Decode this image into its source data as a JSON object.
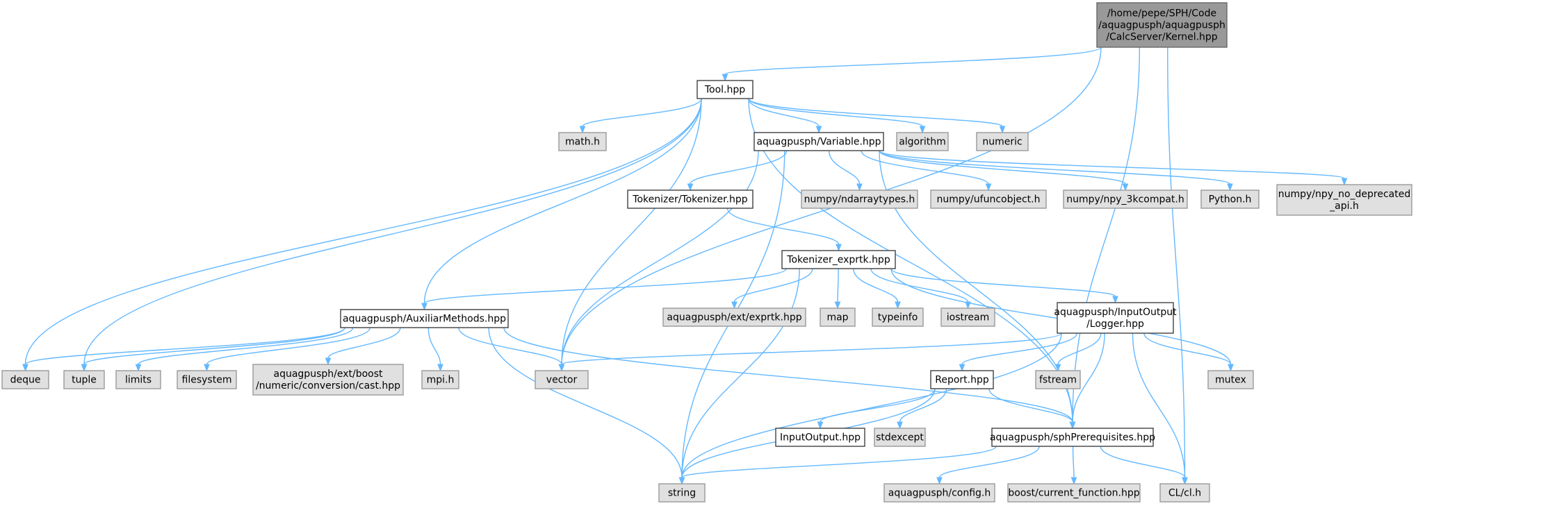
{
  "colors": {
    "edge": "#63b8ff",
    "root_fill": "#999999",
    "system_fill": "#e0e0e0",
    "file_fill": "#ffffff",
    "file_border": "#404040"
  },
  "nodes": [
    {
      "id": "kernel",
      "kind": "root",
      "lines": [
        "/home/pepe/SPH/Code",
        "/aquagpusph/aquagpusph",
        "/CalcServer/Kernel.hpp"
      ]
    },
    {
      "id": "tool",
      "kind": "file",
      "lines": [
        "Tool.hpp"
      ]
    },
    {
      "id": "mathh",
      "kind": "sys",
      "lines": [
        "math.h"
      ]
    },
    {
      "id": "variable",
      "kind": "file",
      "lines": [
        "aquagpusph/Variable.hpp"
      ]
    },
    {
      "id": "algorithm",
      "kind": "sys",
      "lines": [
        "algorithm"
      ]
    },
    {
      "id": "numeric",
      "kind": "sys",
      "lines": [
        "numeric"
      ]
    },
    {
      "id": "tokenizer",
      "kind": "file",
      "lines": [
        "Tokenizer/Tokenizer.hpp"
      ]
    },
    {
      "id": "ndarray",
      "kind": "sys",
      "lines": [
        "numpy/ndarraytypes.h"
      ]
    },
    {
      "id": "ufunc",
      "kind": "sys",
      "lines": [
        "numpy/ufuncobject.h"
      ]
    },
    {
      "id": "npy3k",
      "kind": "sys",
      "lines": [
        "numpy/npy_3kcompat.h"
      ]
    },
    {
      "id": "pythonh",
      "kind": "sys",
      "lines": [
        "Python.h"
      ]
    },
    {
      "id": "npynodep",
      "kind": "sys",
      "lines": [
        "numpy/npy_no_deprecated",
        "_api.h"
      ]
    },
    {
      "id": "exprtk",
      "kind": "file",
      "lines": [
        "Tokenizer_exprtk.hpp"
      ]
    },
    {
      "id": "auxiliar",
      "kind": "file",
      "lines": [
        "aquagpusph/AuxiliarMethods.hpp"
      ]
    },
    {
      "id": "extexprtk",
      "kind": "sys",
      "lines": [
        "aquagpusph/ext/exprtk.hpp"
      ]
    },
    {
      "id": "map",
      "kind": "sys",
      "lines": [
        "map"
      ]
    },
    {
      "id": "typeinfo",
      "kind": "sys",
      "lines": [
        "typeinfo"
      ]
    },
    {
      "id": "iostream",
      "kind": "sys",
      "lines": [
        "iostream"
      ]
    },
    {
      "id": "logger",
      "kind": "file",
      "lines": [
        "aquagpusph/InputOutput",
        "/Logger.hpp"
      ]
    },
    {
      "id": "deque",
      "kind": "sys",
      "lines": [
        "deque"
      ]
    },
    {
      "id": "tuple",
      "kind": "sys",
      "lines": [
        "tuple"
      ]
    },
    {
      "id": "limits",
      "kind": "sys",
      "lines": [
        "limits"
      ]
    },
    {
      "id": "filesystem",
      "kind": "sys",
      "lines": [
        "filesystem"
      ]
    },
    {
      "id": "boostcast",
      "kind": "sys",
      "lines": [
        "aquagpusph/ext/boost",
        "/numeric/conversion/cast.hpp"
      ]
    },
    {
      "id": "mpih",
      "kind": "sys",
      "lines": [
        "mpi.h"
      ]
    },
    {
      "id": "vector",
      "kind": "sys",
      "lines": [
        "vector"
      ]
    },
    {
      "id": "fstream",
      "kind": "sys",
      "lines": [
        "fstream"
      ]
    },
    {
      "id": "mutex",
      "kind": "sys",
      "lines": [
        "mutex"
      ]
    },
    {
      "id": "report",
      "kind": "file",
      "lines": [
        "Report.hpp"
      ]
    },
    {
      "id": "inputoutput",
      "kind": "file",
      "lines": [
        "InputOutput.hpp"
      ]
    },
    {
      "id": "stdexcept",
      "kind": "sys",
      "lines": [
        "stdexcept"
      ]
    },
    {
      "id": "sphprereq",
      "kind": "file",
      "lines": [
        "aquagpusph/sphPrerequisites.hpp"
      ]
    },
    {
      "id": "string",
      "kind": "sys",
      "lines": [
        "string"
      ]
    },
    {
      "id": "config",
      "kind": "sys",
      "lines": [
        "aquagpusph/config.h"
      ]
    },
    {
      "id": "boostfunc",
      "kind": "sys",
      "lines": [
        "boost/current_function.hpp"
      ]
    },
    {
      "id": "clh",
      "kind": "sys",
      "lines": [
        "CL/cl.h"
      ]
    }
  ],
  "edges": [
    [
      "kernel",
      "tool"
    ],
    [
      "kernel",
      "vector"
    ],
    [
      "kernel",
      "sphprereq"
    ],
    [
      "kernel",
      "clh"
    ],
    [
      "tool",
      "mathh"
    ],
    [
      "tool",
      "variable"
    ],
    [
      "tool",
      "algorithm"
    ],
    [
      "tool",
      "numeric"
    ],
    [
      "tool",
      "auxiliar"
    ],
    [
      "tool",
      "deque"
    ],
    [
      "tool",
      "tuple"
    ],
    [
      "tool",
      "vector"
    ],
    [
      "tool",
      "sphprereq"
    ],
    [
      "variable",
      "tokenizer"
    ],
    [
      "variable",
      "ndarray"
    ],
    [
      "variable",
      "ufunc"
    ],
    [
      "variable",
      "npy3k"
    ],
    [
      "variable",
      "pythonh"
    ],
    [
      "variable",
      "npynodep"
    ],
    [
      "variable",
      "string"
    ],
    [
      "variable",
      "vector"
    ],
    [
      "variable",
      "sphprereq"
    ],
    [
      "tokenizer",
      "exprtk"
    ],
    [
      "exprtk",
      "auxiliar"
    ],
    [
      "exprtk",
      "extexprtk"
    ],
    [
      "exprtk",
      "map"
    ],
    [
      "exprtk",
      "typeinfo"
    ],
    [
      "exprtk",
      "iostream"
    ],
    [
      "exprtk",
      "logger"
    ],
    [
      "exprtk",
      "mutex"
    ],
    [
      "exprtk",
      "string"
    ],
    [
      "auxiliar",
      "deque"
    ],
    [
      "auxiliar",
      "tuple"
    ],
    [
      "auxiliar",
      "limits"
    ],
    [
      "auxiliar",
      "filesystem"
    ],
    [
      "auxiliar",
      "boostcast"
    ],
    [
      "auxiliar",
      "mpih"
    ],
    [
      "auxiliar",
      "vector"
    ],
    [
      "auxiliar",
      "sphprereq"
    ],
    [
      "auxiliar",
      "string"
    ],
    [
      "logger",
      "vector"
    ],
    [
      "logger",
      "fstream"
    ],
    [
      "logger",
      "mutex"
    ],
    [
      "logger",
      "report"
    ],
    [
      "logger",
      "sphprereq"
    ],
    [
      "logger",
      "clh"
    ],
    [
      "logger",
      "string"
    ],
    [
      "report",
      "inputoutput"
    ],
    [
      "report",
      "stdexcept"
    ],
    [
      "report",
      "sphprereq"
    ],
    [
      "report",
      "string"
    ],
    [
      "sphprereq",
      "string"
    ],
    [
      "sphprereq",
      "config"
    ],
    [
      "sphprereq",
      "boostfunc"
    ],
    [
      "sphprereq",
      "clh"
    ]
  ]
}
